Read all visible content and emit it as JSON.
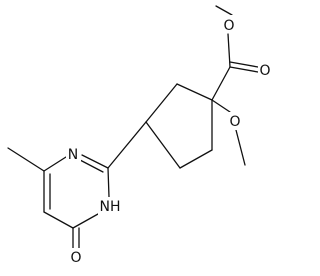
{
  "molecule": {
    "atoms": [
      {
        "label": "O"
      },
      {
        "label": "O"
      },
      {
        "label": "O"
      },
      {
        "label": "N"
      },
      {
        "label": "NH"
      },
      {
        "label": "O"
      }
    ]
  }
}
